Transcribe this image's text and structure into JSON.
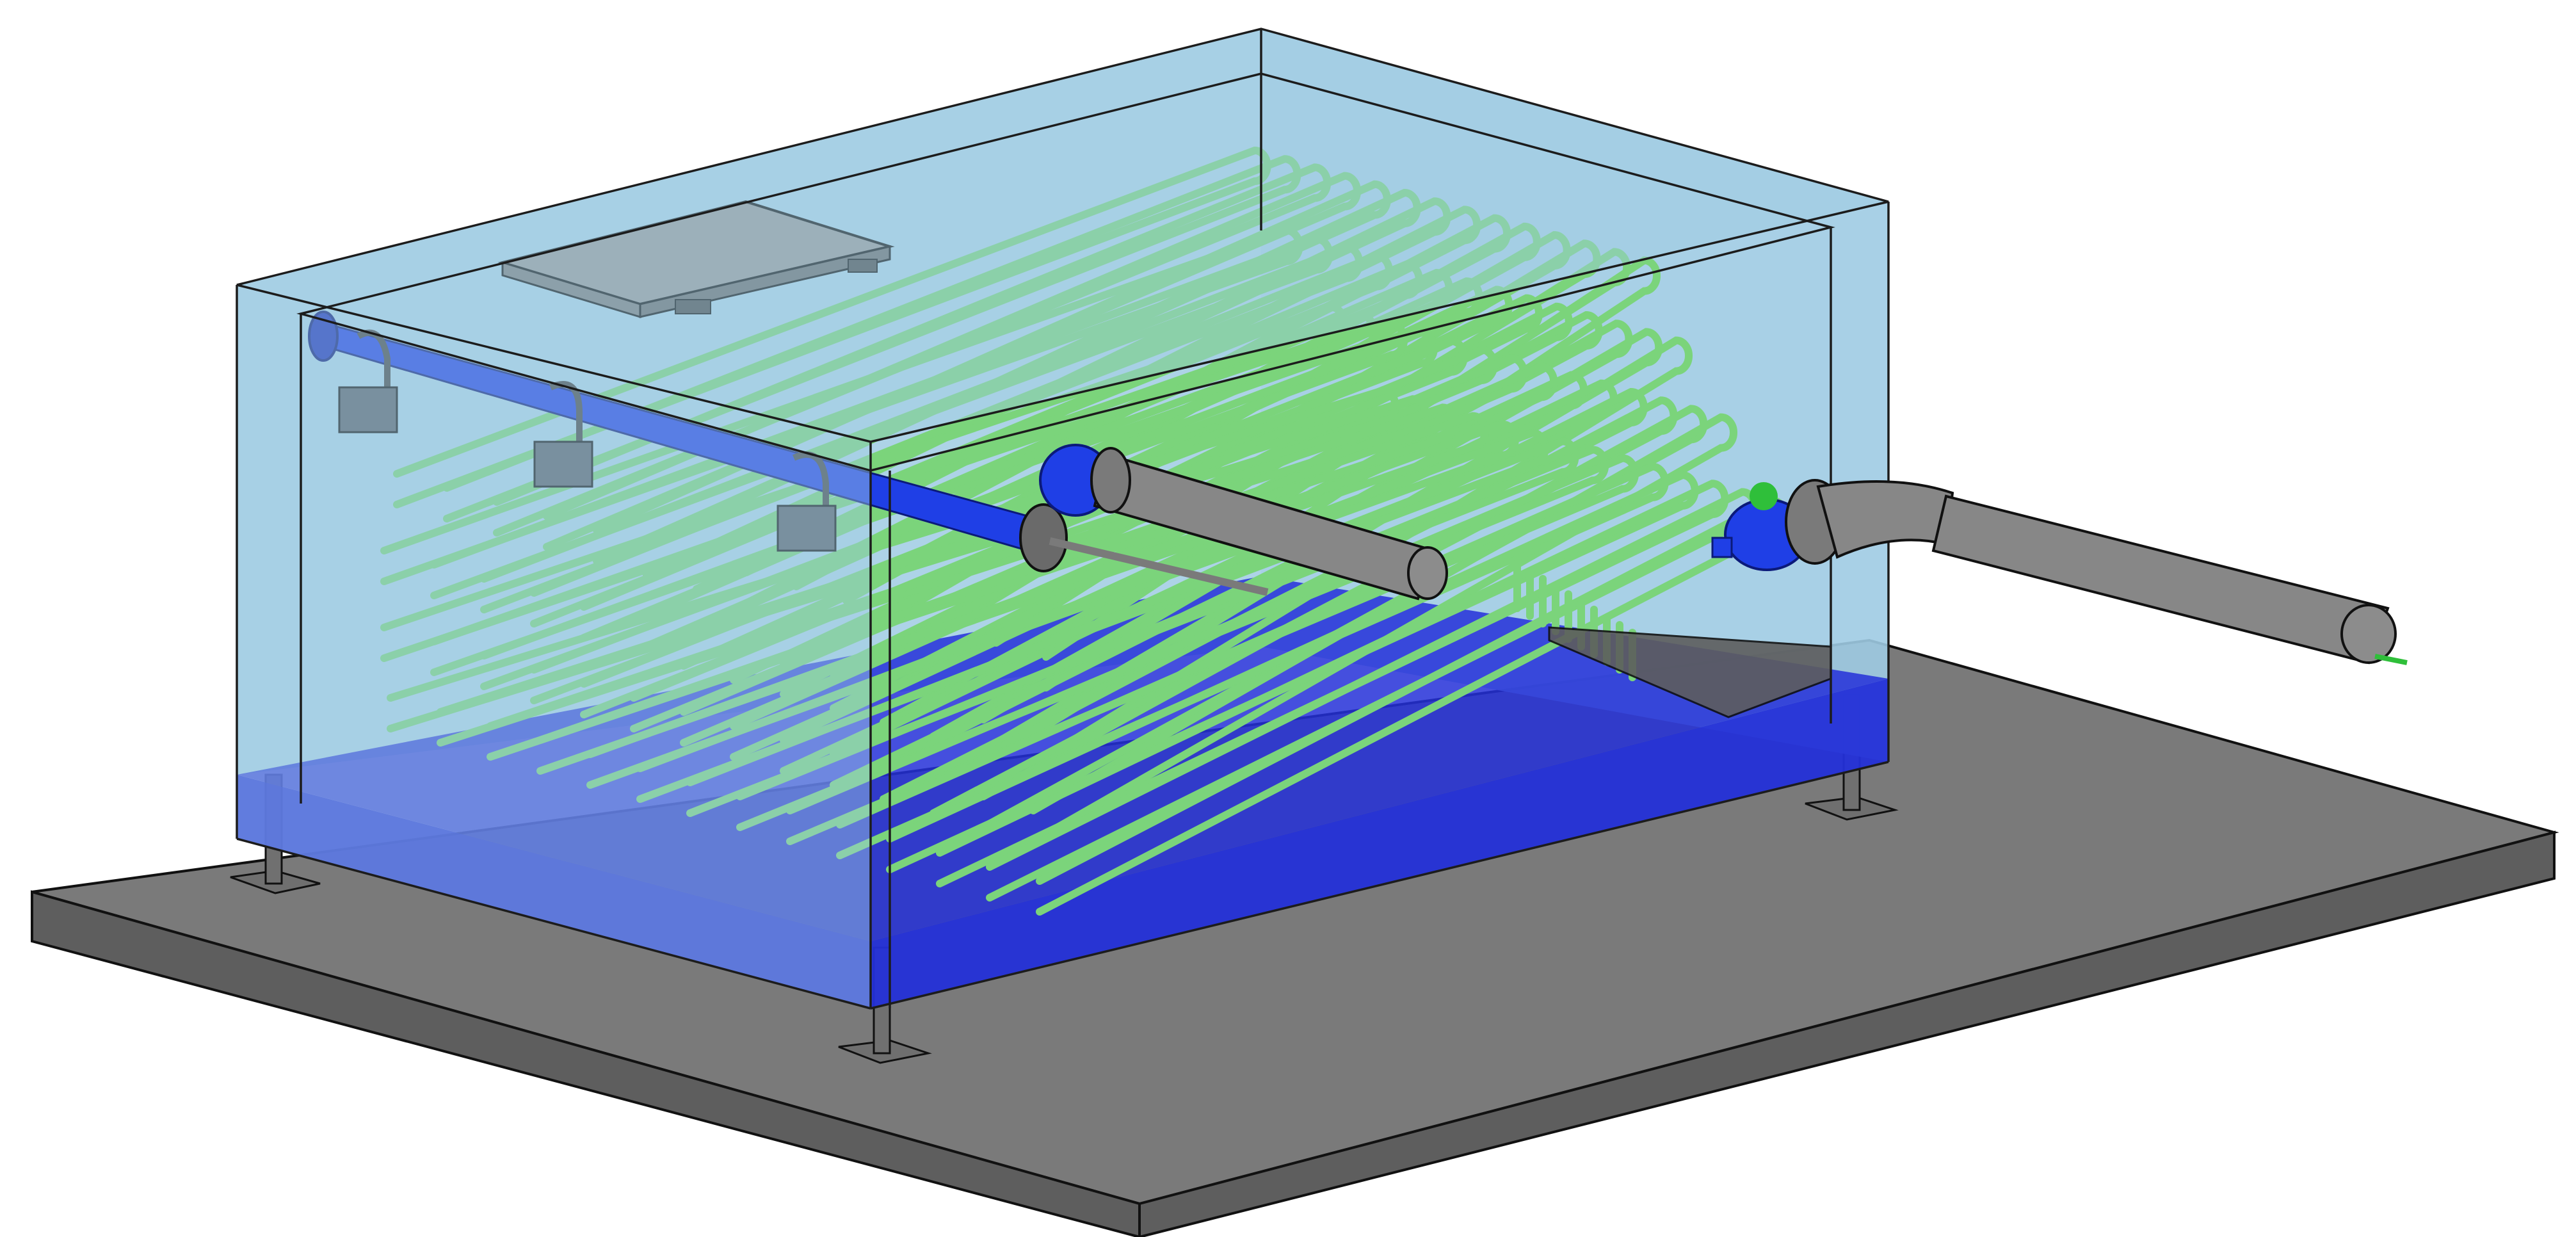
{
  "scene": {
    "kind": "isometric-3d-model",
    "labels": []
  },
  "colors": {
    "background": "#ffffff",
    "slab_top": "#7a7a7a",
    "slab_side": "#5e5e5e",
    "tank_glass": "#9fcbe3",
    "tank_edge": "#1c1c1c",
    "water": "#2430d8",
    "coil": "#7bd47b",
    "inlet_pipe": "#1f3fe6",
    "gray_pipe": "#878787",
    "bracket": "#5a6068",
    "hatch": "#9a9a9a"
  },
  "components": [
    {
      "name": "concrete-slab"
    },
    {
      "name": "glass-tank"
    },
    {
      "name": "water-volume"
    },
    {
      "name": "heat-exchanger-coil"
    },
    {
      "name": "blue-header-pipe"
    },
    {
      "name": "gray-discharge-pipe"
    },
    {
      "name": "gray-outlet-pipe"
    },
    {
      "name": "access-hatch"
    },
    {
      "name": "support-legs"
    },
    {
      "name": "pipe-brackets"
    }
  ]
}
